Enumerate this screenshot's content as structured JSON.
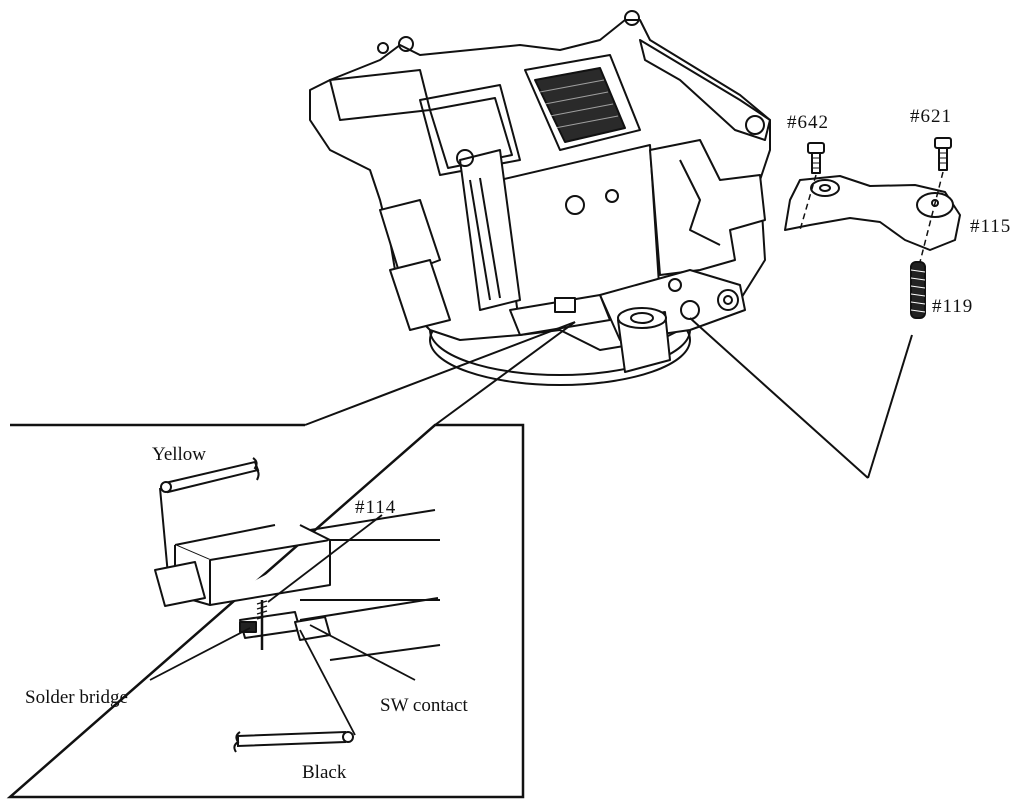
{
  "labels": {
    "part_642": "#642",
    "part_621": "#621",
    "part_115": "#115",
    "part_119": "#119",
    "part_114": "#114",
    "yellow": "Yellow",
    "solder_bridge": "Solder bridge",
    "sw_contact": "SW contact",
    "black": "Black"
  }
}
